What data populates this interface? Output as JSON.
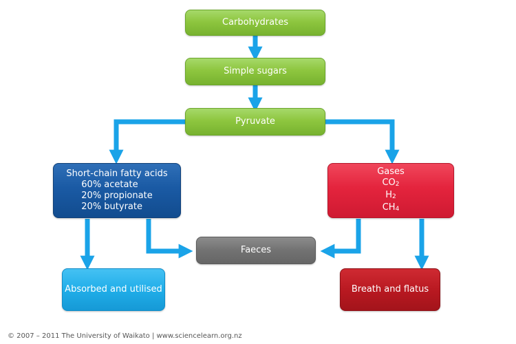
{
  "diagram": {
    "nodes": {
      "carbohydrates": "Carbohydrates",
      "simple_sugars": "Simple sugars",
      "pyruvate": "Pyruvate",
      "scfa": {
        "title": "Short-chain fatty acids",
        "items": [
          "60% acetate",
          "20% propionate",
          "20% butyrate"
        ]
      },
      "gases": {
        "title": "Gases",
        "items": [
          {
            "base": "CO",
            "sub": "2"
          },
          {
            "base": "H",
            "sub": "2"
          },
          {
            "base": "CH",
            "sub": "4"
          }
        ]
      },
      "faeces": "Faeces",
      "absorbed": "Absorbed and utilised",
      "breath": "Breath and flatus"
    },
    "colors": {
      "green": "#8ec63f",
      "dark_blue": "#1a5aa4",
      "red": "#e4243d",
      "gray": "#727272",
      "light_blue": "#20aee9",
      "dark_red": "#b71820",
      "arrow": "#1aa3e8"
    }
  },
  "footer": {
    "copyright": "© 2007 – 2011 The University of Waikato | www.sciencelearn.org.nz"
  }
}
